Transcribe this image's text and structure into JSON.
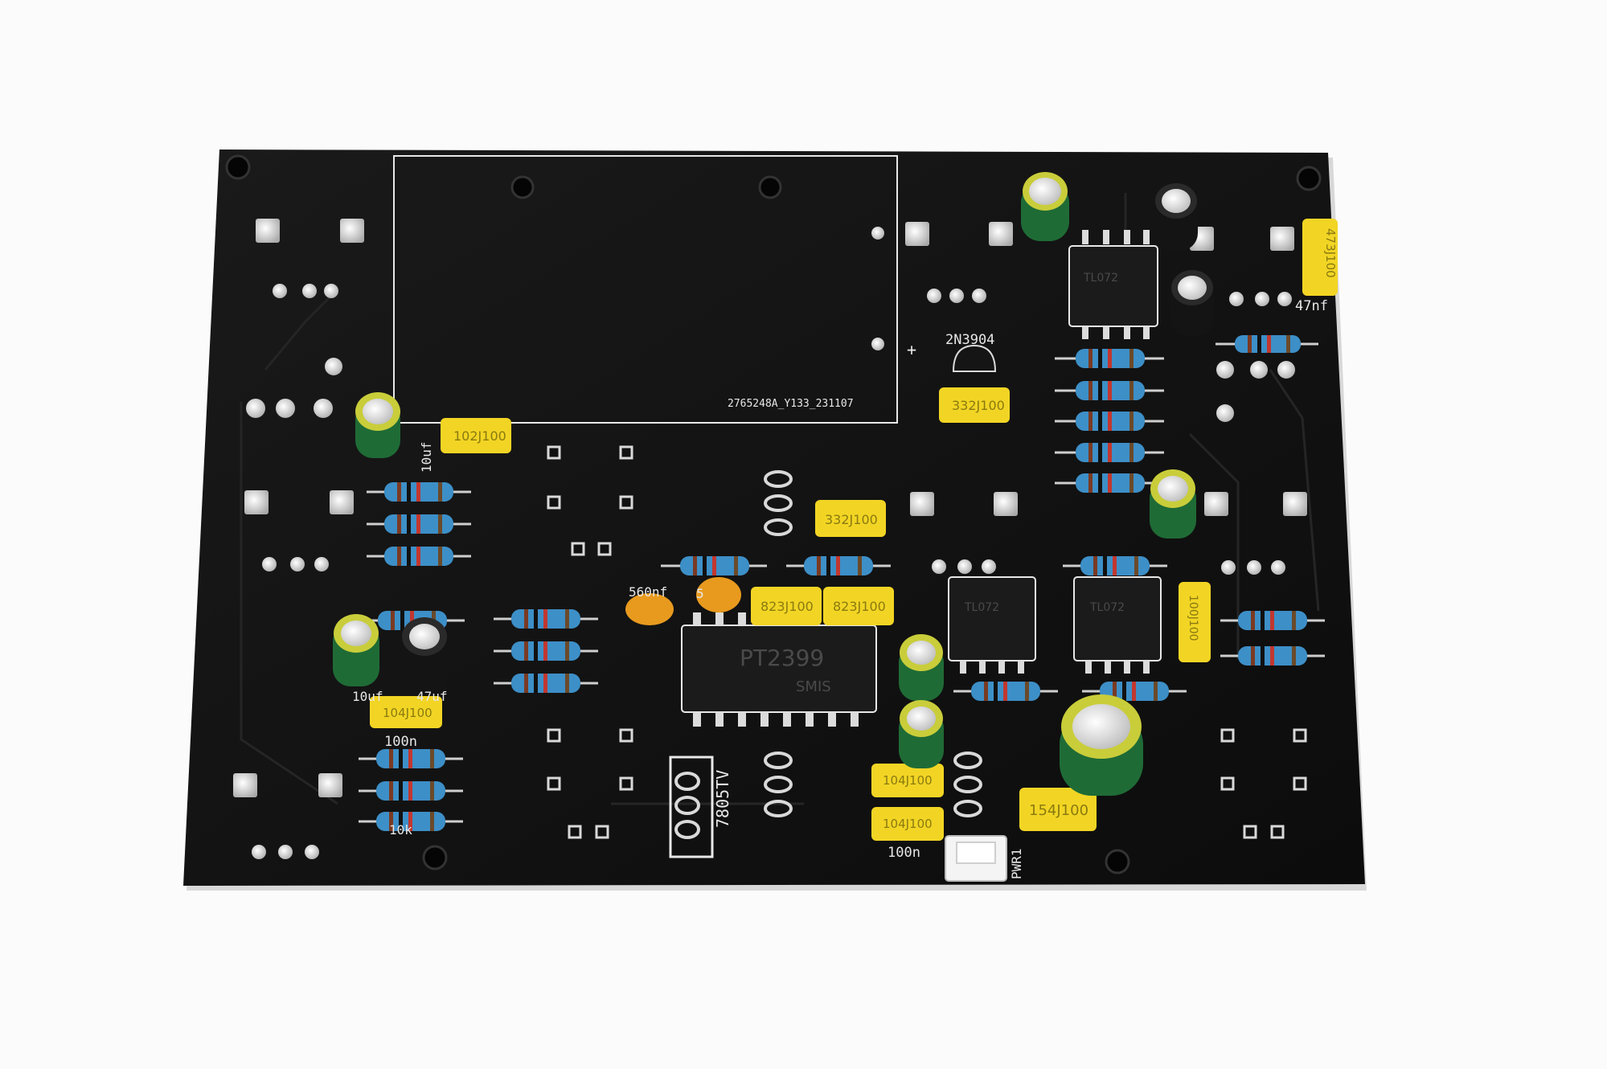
{
  "silkscreen": {
    "board_id": "2765248A_Y133_231107",
    "transistor": "2N3904",
    "plus_sign": "+",
    "cap_47nf": "47nf",
    "cap_10uf_top": "10uf",
    "cap_10uf_left": "10uf",
    "cap_47uf_left": "47uf",
    "cap_100n_left": "100n",
    "cap_100n_bottom": "100n",
    "cap_560nf": "560nf",
    "cap_5": "5",
    "resistor_10k": "10k",
    "regulator": "7805TV",
    "power_connector": "PWR1"
  },
  "components": {
    "film_cap_top_right": "473J100",
    "film_cap_center_top": "332J100",
    "film_cap_left_top": "102J100",
    "film_cap_center": "332J100",
    "film_cap_pair_a": "823J100",
    "film_cap_pair_b": "823J100",
    "film_cap_right": "100J100",
    "film_cap_left": "104J100",
    "film_cap_bottom_a": "104J100",
    "film_cap_bottom_b": "104J100",
    "film_cap_large": "154J100",
    "ic_main": "PT2399",
    "ic_main_sub": "SMIS",
    "opamp_label": "TL072"
  },
  "colors": {
    "board": "#121212",
    "silkscreen": "#e8e8e8",
    "film_cap": "#f2d524",
    "resistor_body": "#3d8fc7",
    "electrolytic_green": "#1f6b36",
    "electrolytic_black": "#141414",
    "ceramic_orange": "#e89a1e"
  }
}
